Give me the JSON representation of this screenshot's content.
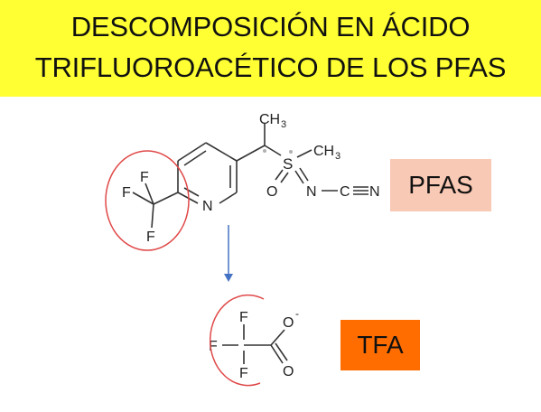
{
  "title": {
    "line1": "DESCOMPOSICIÓN EN ÁCIDO",
    "line2": "TRIFLUOROACÉTICO DE LOS PFAS"
  },
  "labels": {
    "pfas": "PFAS",
    "tfa": "TFA"
  },
  "molecule_pfas": {
    "ch3_top": "CH",
    "ch3_right": "CH",
    "subscript_3": "3",
    "sulfur": "S",
    "oxygen": "O",
    "nitrogen_imine": "N",
    "carbon_nitrile": "C",
    "nitrogen_nitrile": "N",
    "nitrogen_ring": "N",
    "fluorine": "F"
  },
  "molecule_tfa": {
    "fluorine": "F",
    "oxygen": "O",
    "charge": "-"
  },
  "colors": {
    "title_background": "#ffff33",
    "pfas_badge": "#f8c9b4",
    "tfa_badge": "#ff6d00",
    "highlight_circle": "#e04848",
    "arrow": "#4472c4",
    "bond": "#333333"
  }
}
